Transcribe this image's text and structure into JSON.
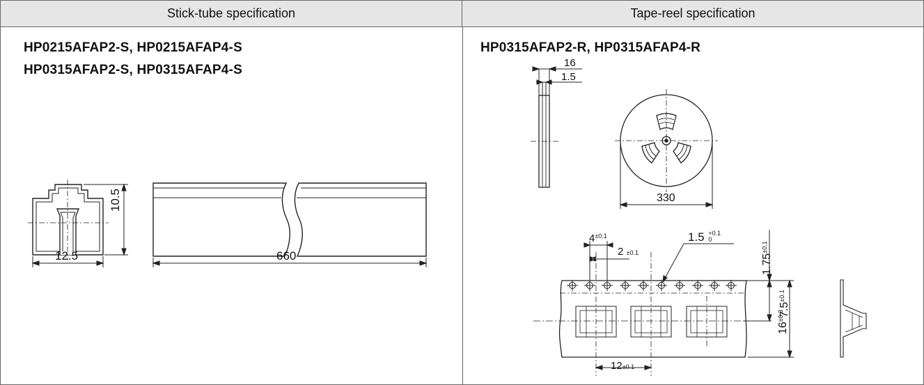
{
  "headers": {
    "stick_tube": "Stick-tube specification",
    "tape_reel": "Tape-reel specification"
  },
  "stick_tube": {
    "part_line_1": "HP0215AFAP2-S, HP0215AFAP4-S",
    "part_line_2": "HP0315AFAP2-S, HP0315AFAP4-S",
    "dim_height": "10.5",
    "dim_width": "12.5",
    "dim_length": "660"
  },
  "tape_reel": {
    "part_line": "HP0315AFAP2-R, HP0315AFAP4-R",
    "dim_reel_width": "16",
    "dim_reel_flange": "1.5",
    "dim_reel_diameter": "330",
    "dim_hole_pitch": "4",
    "dim_hole_pitch_tol": "±0.1",
    "dim_hole_to_pocket": "2",
    "dim_hole_to_pocket_tol": "±0.1",
    "dim_hole_dia": "1.5",
    "dim_hole_dia_tol_upper": "+0.1",
    "dim_hole_dia_tol_lower": "0",
    "dim_edge_to_hole": "1.75",
    "dim_edge_to_hole_tol": "±0.1",
    "dim_hole_to_center": "7.5",
    "dim_hole_to_center_tol": "±0.1",
    "dim_tape_width": "16",
    "dim_tape_width_tol": "±0.3",
    "dim_pocket_pitch": "12",
    "dim_pocket_pitch_tol": "±0.1"
  }
}
